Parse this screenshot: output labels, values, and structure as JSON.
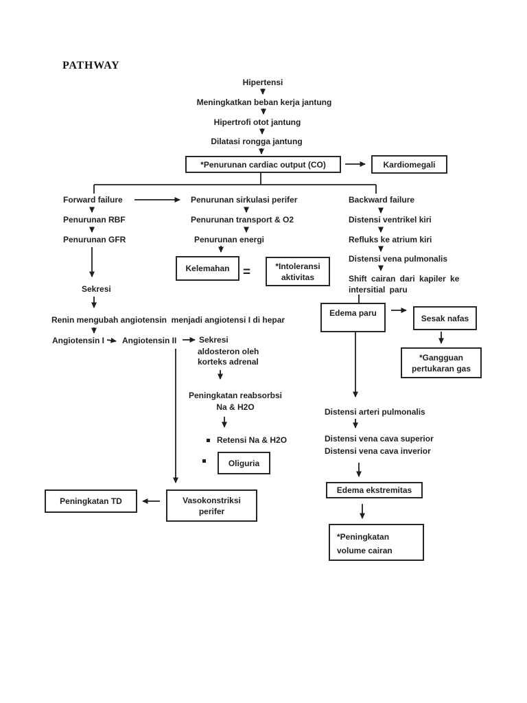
{
  "title": "PATHWAY",
  "labels": {
    "hipertensi": "Hipertensi",
    "beban_kerja": "Meningkatkan beban kerja jantung",
    "hipertrofi": "Hipertrofi otot jantung",
    "dilatasi": "Dilatasi rongga jantung",
    "penurunan_co": "*Penurunan cardiac output (CO)",
    "kardiomegali": "Kardiomegali",
    "forward_failure": "Forward failure",
    "penurunan_rbf": "Penurunan RBF",
    "penurunan_gfr": "Penurunan GFR",
    "sekresi": "Sekresi",
    "renin": "Renin mengubah angiotensin  menjadi angiotensi I di hepar",
    "angiotensin_1": "Angiotensin I",
    "angiotensin_2": "Angiotensin II",
    "sekresi_aldosteron": "Sekresi",
    "aldosteron": "aldosteron oleh\nkorteks adrenal",
    "reabsorbsi": "Peningkatan reabsorbsi\nNa & H2O",
    "retensi": "Retensi Na & H2O",
    "oliguria": "Oliguria",
    "vasokonstriksi": "Vasokonstriksi\nperifer",
    "peningkatan_td": "Peningkatan TD",
    "sirkulasi": "Penurunan sirkulasi perifer",
    "transport": "Penurunan transport & O2",
    "energi": "Penurunan energi",
    "kelemahan": "Kelemahan",
    "equals": "=",
    "intoleransi": "*Intoleransi\naktivitas",
    "backward_failure": "Backward failure",
    "ventrikel": "Distensi ventrikel kiri",
    "refluks": "Refluks ke atrium kiri",
    "vena_pulmonalis": "Distensi vena pulmonalis",
    "shift_cairan": "Shift cairan dari kapiler ke\nintersitial paru",
    "edema_paru": "Edema paru",
    "sesak_nafas": "Sesak nafas",
    "gangguan_gas": "*Gangguan\npertukaran gas",
    "arteri_pulmonalis": "Distensi arteri pulmonalis",
    "vena_cava": "Distensi vena cava superior\nDistensi vena cava inverior",
    "edema_ekstremitas": "Edema ekstremitas",
    "volume_cairan": "*Peningkatan\nvolume cairan"
  },
  "colors": {
    "ink": "#1f1f1f",
    "page_background": "#ffffff"
  }
}
